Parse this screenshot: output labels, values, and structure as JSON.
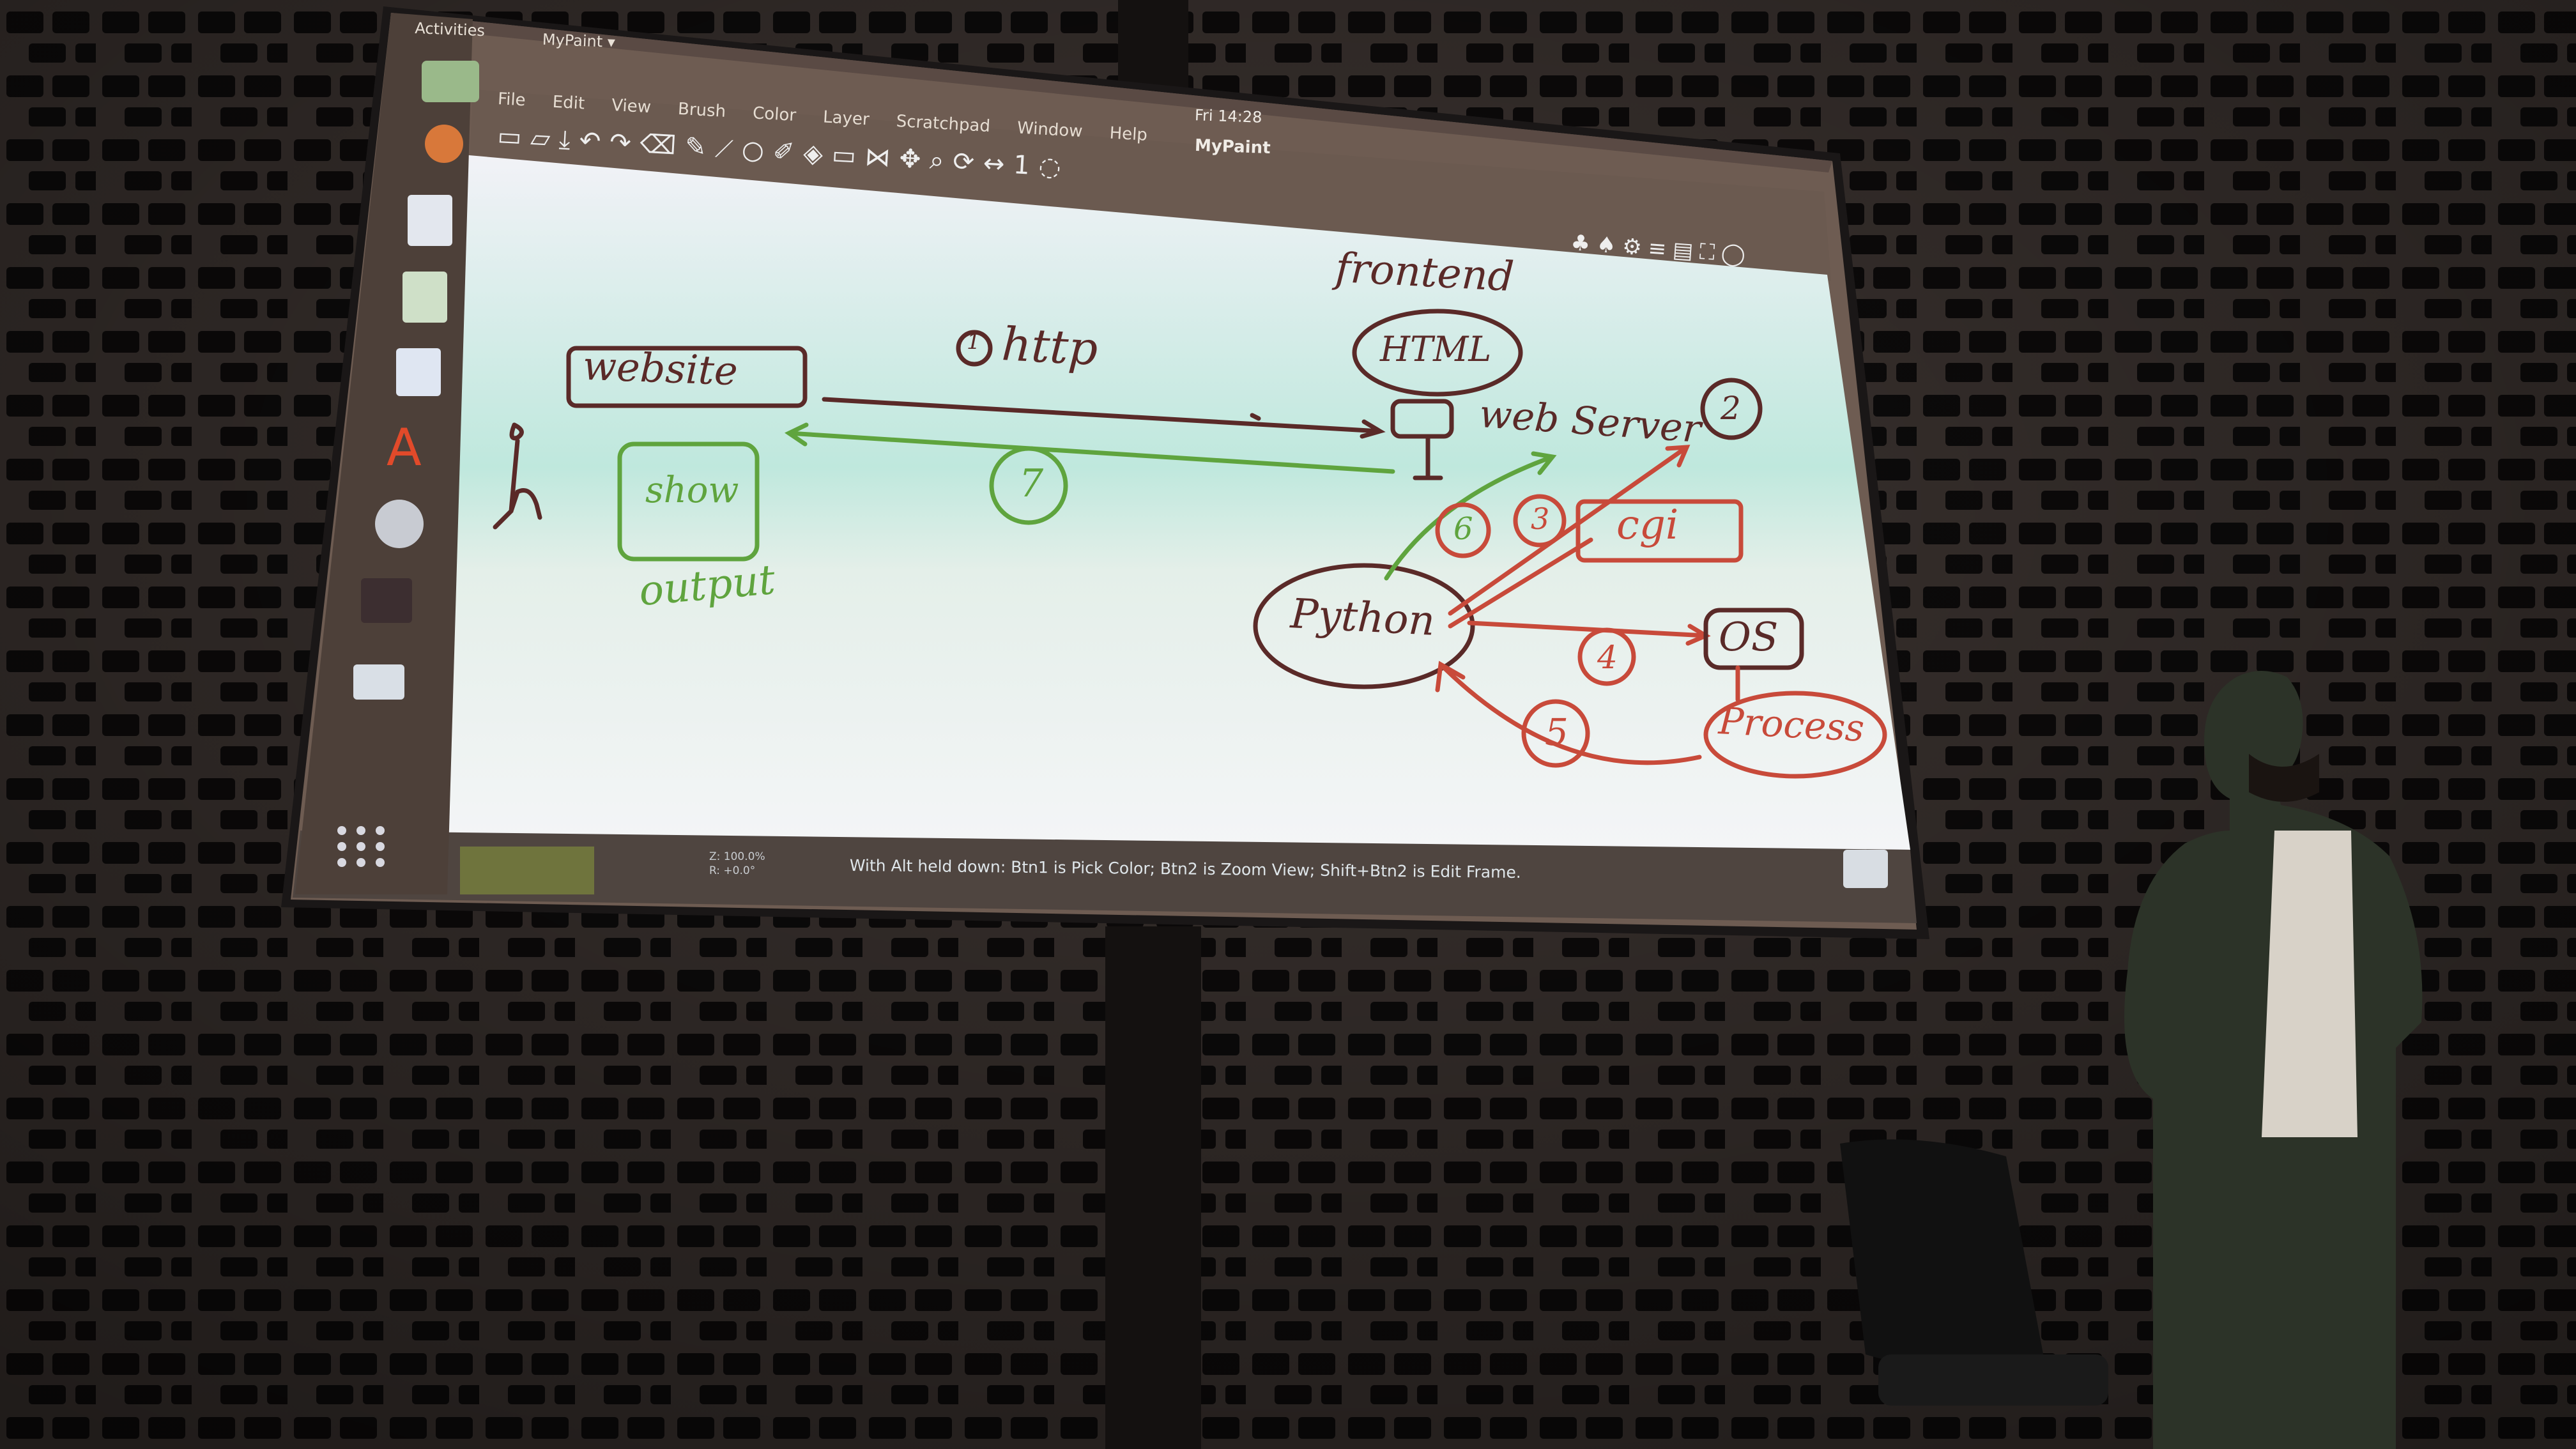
{
  "topbar": {
    "activities": "Activities",
    "app_menu": "MyPaint ▾",
    "clock": "Fri 14:28"
  },
  "window": {
    "title": "MyPaint",
    "menus": [
      "File",
      "Edit",
      "View",
      "Brush",
      "Color",
      "Layer",
      "Scratchpad",
      "Window",
      "Help"
    ]
  },
  "statusbar": {
    "zoom": "Z: 100.0%",
    "rotation": "R: +0.0°",
    "hint": "With Alt held down:  Btn1 is Pick Color;  Btn2 is Zoom View;  Shift+Btn2 is Edit Frame."
  },
  "drawing": {
    "website": "website",
    "show": "show",
    "output": "output",
    "step1": "1",
    "http": "http",
    "frontend": "frontend",
    "html": "HTML",
    "web_server": "web Server",
    "step2": "2",
    "step7": "7",
    "step6": "6",
    "step3": "3",
    "cgi": "cgi",
    "python": "Python",
    "os": "OS",
    "step4": "4",
    "step5": "5",
    "process": "Process"
  },
  "colors": {
    "ink_dark": "#5a2a28",
    "ink_green": "#5fa43e",
    "ink_red": "#c84a3a",
    "canvas": "#e9f2f1",
    "dock": "#4a3f3a"
  }
}
